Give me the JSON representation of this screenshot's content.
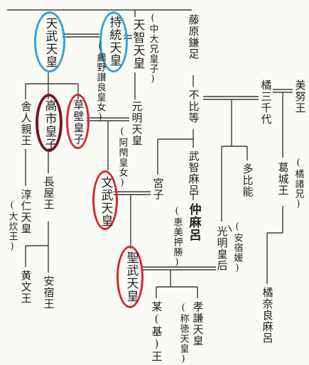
{
  "colors": {
    "line": "#3a3a3a",
    "text": "#202020",
    "blue_circle": "#2ea3e0",
    "red_circle": "#d8262c",
    "maroon_circle": "#7a1420"
  },
  "people": {
    "tenmu": "天武天皇",
    "jito": "持統天皇",
    "jito_note": "(鸕野讃良皇女)",
    "tenji": "天智天皇",
    "tenji_note": "(中大兄皇子)",
    "toneri": "舎人親王",
    "takechi": "高市皇子",
    "kusakabe": "草壁皇子",
    "genmei": "元明天皇",
    "genmei_note": "(阿閇皇女)",
    "junnin": "淳仁天皇",
    "junnin_note": "(大炊王)",
    "nagaya": "長屋王",
    "monmu": "文武天皇",
    "miyako": "宮子",
    "kobun": "黄文王",
    "asukabe": "安宿王",
    "shomu": "聖武天皇",
    "kamatari": "藤原鎌足",
    "fuhito": "不比等",
    "muchimaro": "武智麻呂",
    "muchimaro_son": "仲麻呂",
    "muchimaro_son_note": "(恵美押勝)",
    "komyo": "光明皇后",
    "komyo_note": "(安宿媛)",
    "tachibana": "橘三千代",
    "minu": "美努王",
    "katsuragi": "葛城王",
    "katsuragi_note": "(橘諸兄)",
    "tahi": "多比能",
    "naramaro": "橘奈良麻呂",
    "koken": "孝謙天皇",
    "koken_note": "(称徳天皇)",
    "boushi": "某(基)王"
  }
}
